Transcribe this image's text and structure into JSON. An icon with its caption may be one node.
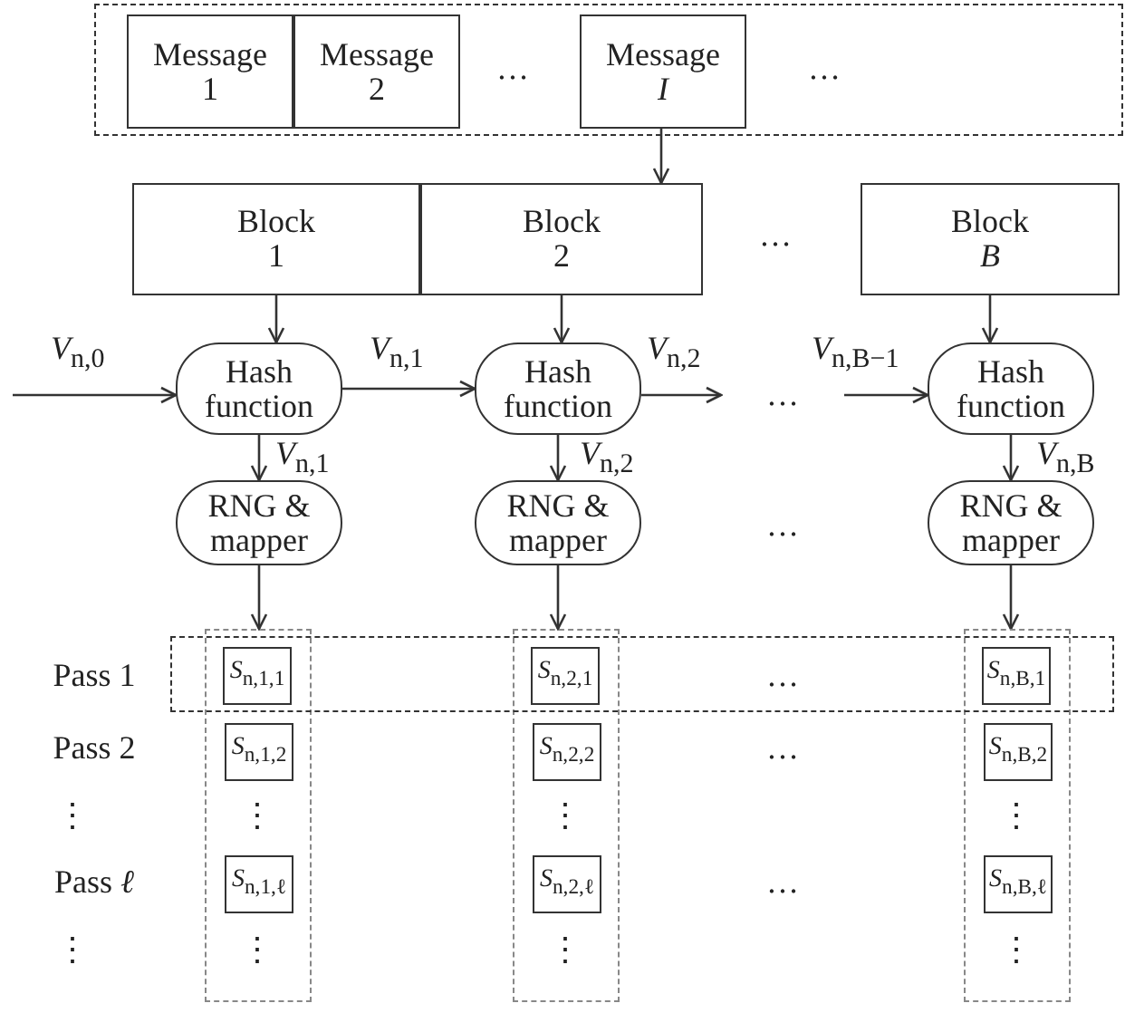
{
  "diagram": {
    "nodes": [
      {
        "text": [],
        "shape": "box"
      },
      {
        "text": [
          "Message 1"
        ],
        "in": 0
      },
      {
        "text": [
          "Message 2"
        ],
        "in": 0
      },
      {
        "text": [
          "Message *I*"
        ],
        "in": 0
      },
      {
        "text": [
          "Block 1"
        ]
      },
      {
        "text": [
          "Block 2"
        ]
      },
      {
        "text": [
          "Block *B*"
        ]
      },
      {
        "text": [
          "Hash function"
        ]
      },
      {
        "text": [
          "Hash function"
        ]
      },
      {
        "text": [
          "Hash function"
        ]
      },
      {
        "text": [
          "RNG & mapper"
        ]
      },
      {
        "text": [
          "RNG & mapper"
        ]
      },
      {
        "text": [
          "RNG & mapper"
        ]
      },
      {
        "text": [],
        "shape": "box"
      },
      {
        "text": [],
        "shape": "box"
      },
      {
        "text": [],
        "shape": "box"
      },
      {
        "text": [],
        "shape": "box"
      },
      {
        "text": [
          "*S*$_{n,1,1}$"
        ]
      },
      {
        "text": [
          "*S*$_{n,2,1}$"
        ]
      },
      {
        "text": [
          "*S*$_{n,B,1}$"
        ]
      },
      {
        "text": [
          "*S*$_{n,1,2}$"
        ],
        "in": 13
      },
      {
        "text": [
          "*S*$_{n,2,2}$"
        ],
        "in": 14
      },
      {
        "text": [
          "*S*$_{n,B,2}$"
        ],
        "in": 15
      },
      {
        "text": [
          "*S*$_{n,1,ℓ}$"
        ],
        "in": 13
      },
      {
        "text": [
          "*S*$_{n,2,ℓ}$"
        ],
        "in": 14
      },
      {
        "text": [
          "*S*$_{n,B,ℓ}$"
        ],
        "in": 15
      }
    ],
    "edges": [
      {
        "from": 3,
        "to": 5,
        "arrow": "to"
      },
      {
        "from": 4,
        "to": 7,
        "arrow": "to"
      },
      {
        "from": 5,
        "to": 8,
        "arrow": "to"
      },
      {
        "from": 6,
        "to": 9,
        "arrow": "to"
      },
      {
        "from": null,
        "to": 7,
        "arrow": "to",
        "label": "*V*$_{n,0}$"
      },
      {
        "from": 7,
        "to": 8,
        "arrow": "to",
        "label": "*V*$_{n,1}$"
      },
      {
        "from": 8,
        "to": null,
        "arrow": "to",
        "label": "*V*$_{n,2}$"
      },
      {
        "from": null,
        "to": 9,
        "arrow": "to",
        "label": "*V*$_{n,B−1}$"
      },
      {
        "from": 7,
        "to": 10,
        "arrow": "to",
        "label": "*V*$_{n,1}$"
      },
      {
        "from": 8,
        "to": 11,
        "arrow": "to",
        "label": "*V*$_{n,2}$"
      },
      {
        "from": 9,
        "to": 12,
        "arrow": "to",
        "label": "*V*$_{n,B}$"
      },
      {
        "from": 10,
        "to": 13,
        "arrow": "to"
      },
      {
        "from": 11,
        "to": 14,
        "arrow": "to"
      },
      {
        "from": 12,
        "to": 15,
        "arrow": "to"
      }
    ],
    "labels": [
      "…",
      "…",
      "…",
      "…",
      "…",
      "Pass 1",
      "…",
      "Pass 2",
      "…",
      "⋮",
      "⋮",
      "⋮",
      "⋮",
      "Pass *ℓ*",
      "…",
      "⋮",
      "⋮",
      "⋮",
      "⋮"
    ]
  }
}
